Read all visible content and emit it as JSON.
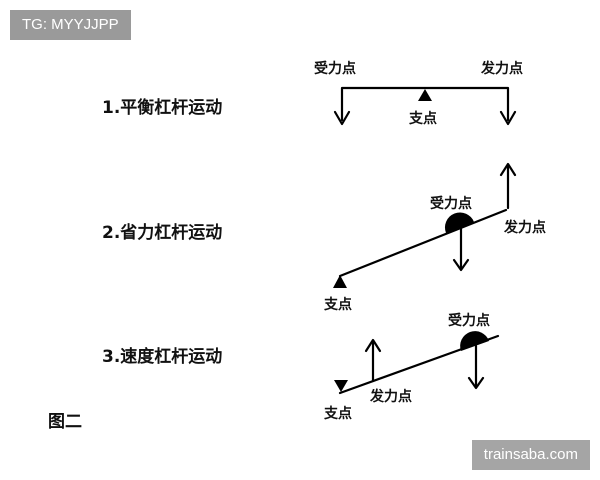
{
  "watermark": "TG: MYYJJPP",
  "site_label": "trainsaba.com",
  "figure_label": "图二",
  "levers": [
    {
      "title": "1.平衡杠杆运动",
      "load_point": "受力点",
      "effort_point": "发力点",
      "fulcrum": "支点"
    },
    {
      "title": "2.省力杠杆运动",
      "load_point": "受力点",
      "effort_point": "发力点",
      "fulcrum": "支点"
    },
    {
      "title": "3.速度杠杆运动",
      "load_point": "受力点",
      "effort_point": "发力点",
      "fulcrum": "支点"
    }
  ]
}
